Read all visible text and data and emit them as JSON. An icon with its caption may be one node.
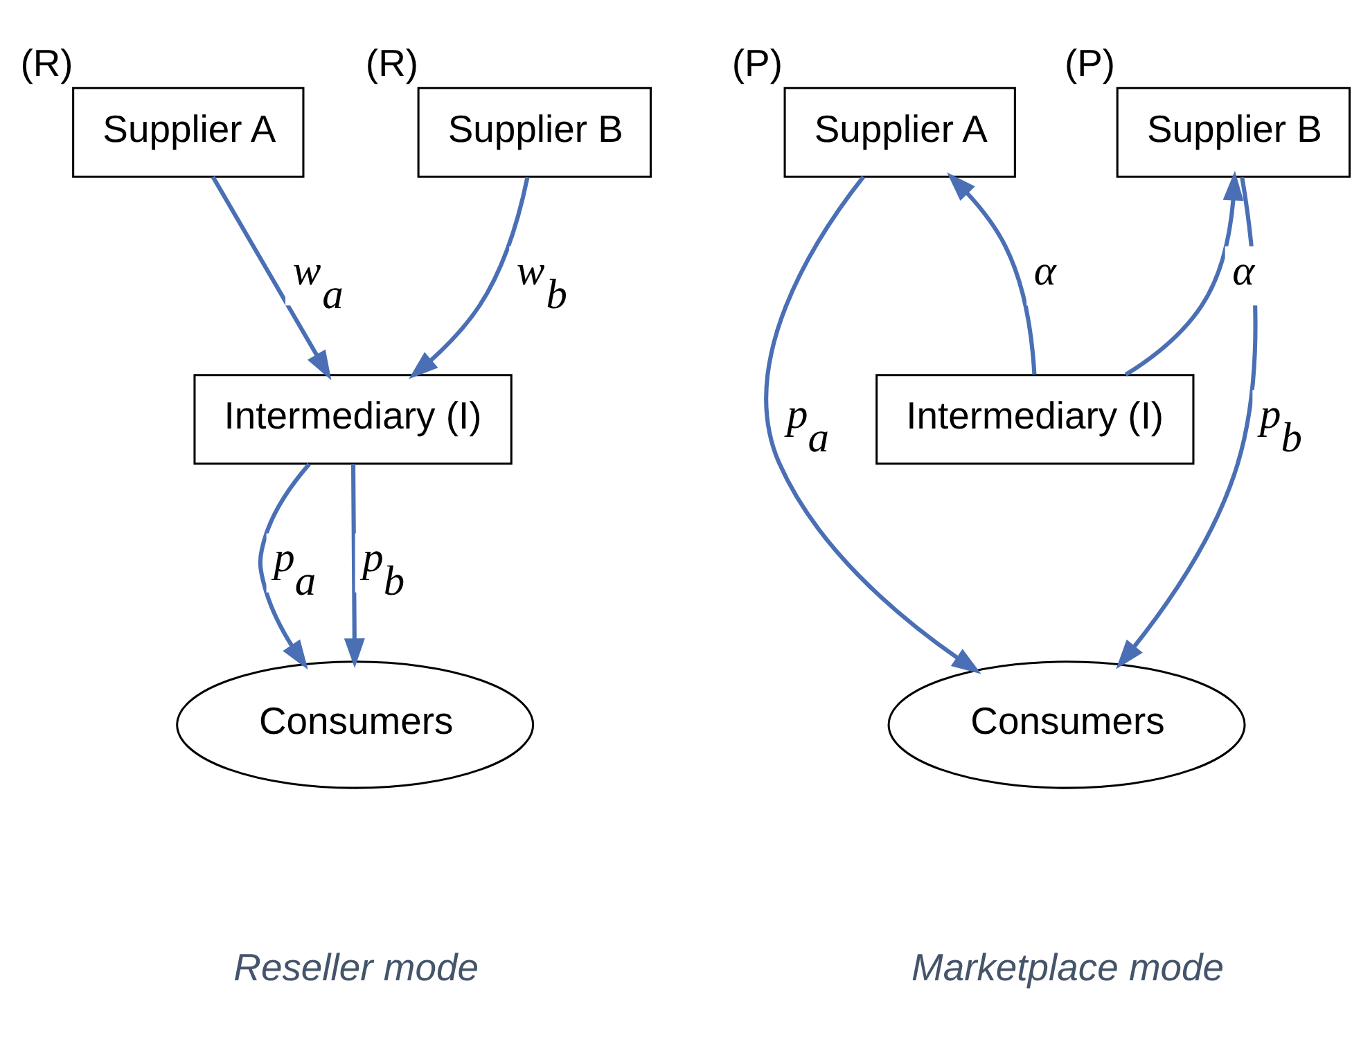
{
  "diagram": {
    "nodes": [
      {
        "text": [
          "Supplier A"
        ],
        "beside": [
          "(R)"
        ]
      },
      {
        "text": [
          "Supplier B"
        ],
        "beside": [
          "(R)"
        ]
      },
      {
        "text": [
          "Intermediary (I)"
        ]
      },
      {
        "text": [
          "Consumers"
        ]
      },
      {
        "text": [
          "Supplier A"
        ],
        "beside": [
          "(P)"
        ]
      },
      {
        "text": [
          "Supplier B"
        ],
        "beside": [
          "(P)"
        ]
      },
      {
        "text": [
          "Intermediary (I)"
        ]
      },
      {
        "text": [
          "Consumers"
        ]
      }
    ],
    "edges": [
      {
        "from": 0,
        "to": 2,
        "arrow": "to",
        "label": "*w*$_{a}$"
      },
      {
        "from": 1,
        "to": 2,
        "arrow": "to",
        "label": "*w*$_{b}$"
      },
      {
        "from": 2,
        "to": 3,
        "arrow": "to",
        "label": "*p*$_{a}$"
      },
      {
        "from": 2,
        "to": 3,
        "arrow": "to",
        "label": "*p*$_{b}$"
      },
      {
        "from": 4,
        "to": 7,
        "arrow": "to",
        "label": "*p*$_{a}$"
      },
      {
        "from": 6,
        "to": 4,
        "arrow": "to",
        "label": "*α*"
      },
      {
        "from": 6,
        "to": 5,
        "arrow": "to",
        "label": "*α*"
      },
      {
        "from": 5,
        "to": 7,
        "arrow": "to",
        "label": "*p*$_{b}$"
      }
    ],
    "labels": [
      "Reseller mode",
      "Marketplace mode"
    ]
  }
}
